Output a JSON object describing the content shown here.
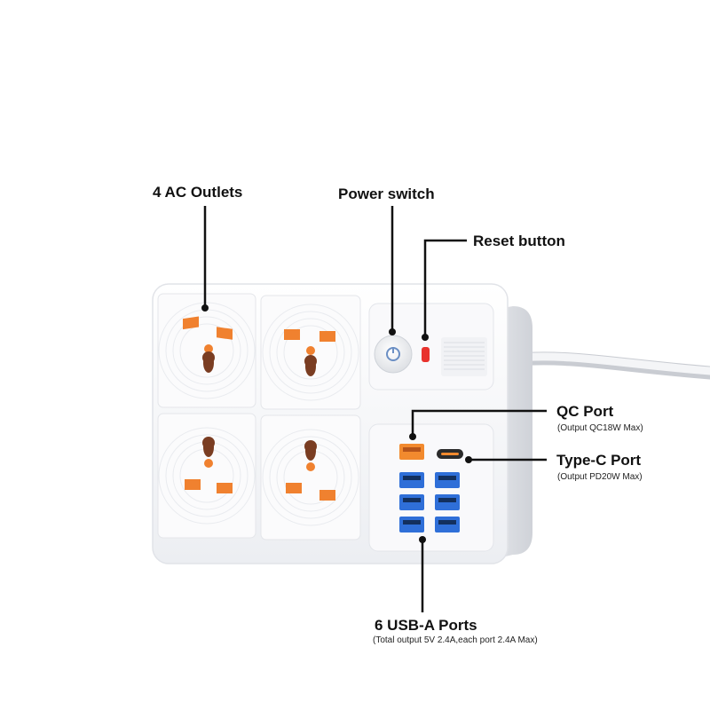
{
  "callouts": {
    "ac_outlets": {
      "title": "4 AC Outlets"
    },
    "power_switch": {
      "title": "Power switch"
    },
    "reset_button": {
      "title": "Reset button"
    },
    "qc_port": {
      "title": "QC Port",
      "detail": "(Output QC18W Max)"
    },
    "type_c_port": {
      "title": "Type-C Port",
      "detail": "(Output PD20W Max)"
    },
    "usb_a_ports": {
      "title": "6 USB-A Ports",
      "detail": "(Total output 5V 2.4A,each port 2.4A Max)"
    }
  },
  "colors": {
    "body": "#f7f7f9",
    "outlet_contact": "#f0812f",
    "earth_hole": "#7a3d22",
    "usb_blue": "#2f6fd8",
    "qc_orange": "#f28a2e",
    "reset_red": "#e8322d",
    "leader_line": "#111111"
  },
  "counts": {
    "ac_outlets": 4,
    "usb_a_ports": 6
  }
}
